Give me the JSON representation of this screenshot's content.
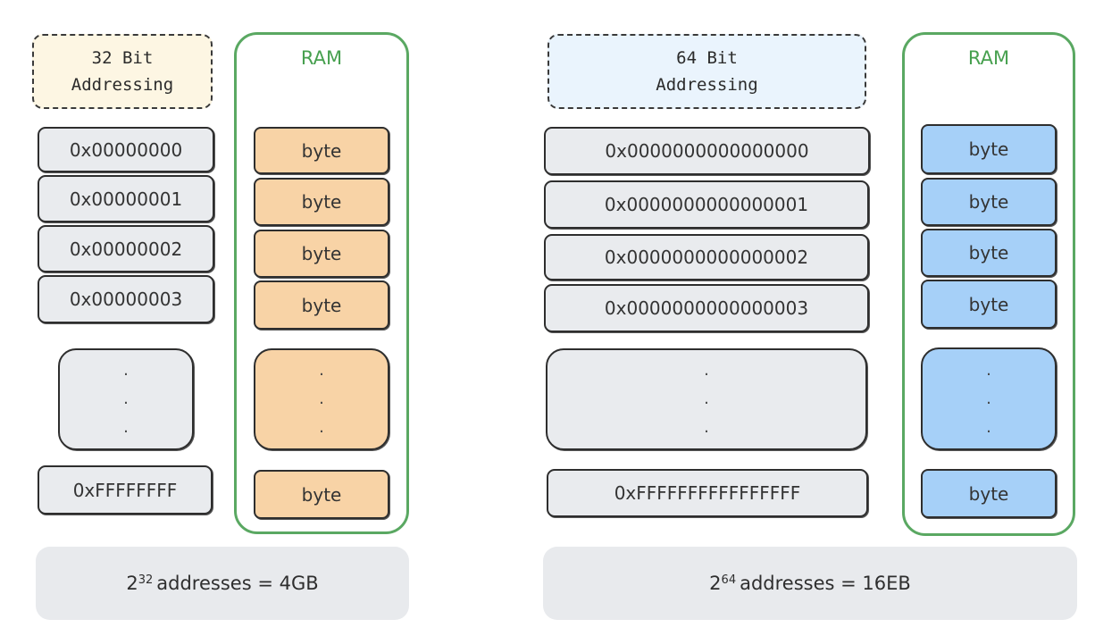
{
  "left": {
    "mode": {
      "line1": "32 Bit",
      "line2": "Addressing",
      "fill": "#fdf6e3"
    },
    "ram_title": "RAM",
    "addresses": [
      "0x00000000",
      "0x00000001",
      "0x00000002",
      "0x00000003"
    ],
    "last_address": "0xFFFFFFFF",
    "cell_label": "byte",
    "ellipsis": [
      ".",
      ".",
      "."
    ],
    "summary": {
      "base": "2",
      "exponent": "32",
      "text": "addresses = 4GB"
    }
  },
  "right": {
    "mode": {
      "line1": "64 Bit",
      "line2": "Addressing",
      "fill": "#eaf4fd"
    },
    "ram_title": "RAM",
    "addresses": [
      "0x0000000000000000",
      "0x0000000000000001",
      "0x0000000000000002",
      "0x0000000000000003"
    ],
    "last_address": "0xFFFFFFFFFFFFFFFF",
    "cell_label": "byte",
    "ellipsis": [
      ".",
      ".",
      "."
    ],
    "summary": {
      "base": "2",
      "exponent": "64",
      "text": "addresses = 16EB"
    }
  },
  "colors": {
    "ram_border": "#5aa862",
    "ram_text": "#47a04f",
    "address_fill": "#e9ebee",
    "byte_orange": "#f8d3a6",
    "byte_blue": "#a6d0f8",
    "summary_fill": "#e8eaed"
  }
}
